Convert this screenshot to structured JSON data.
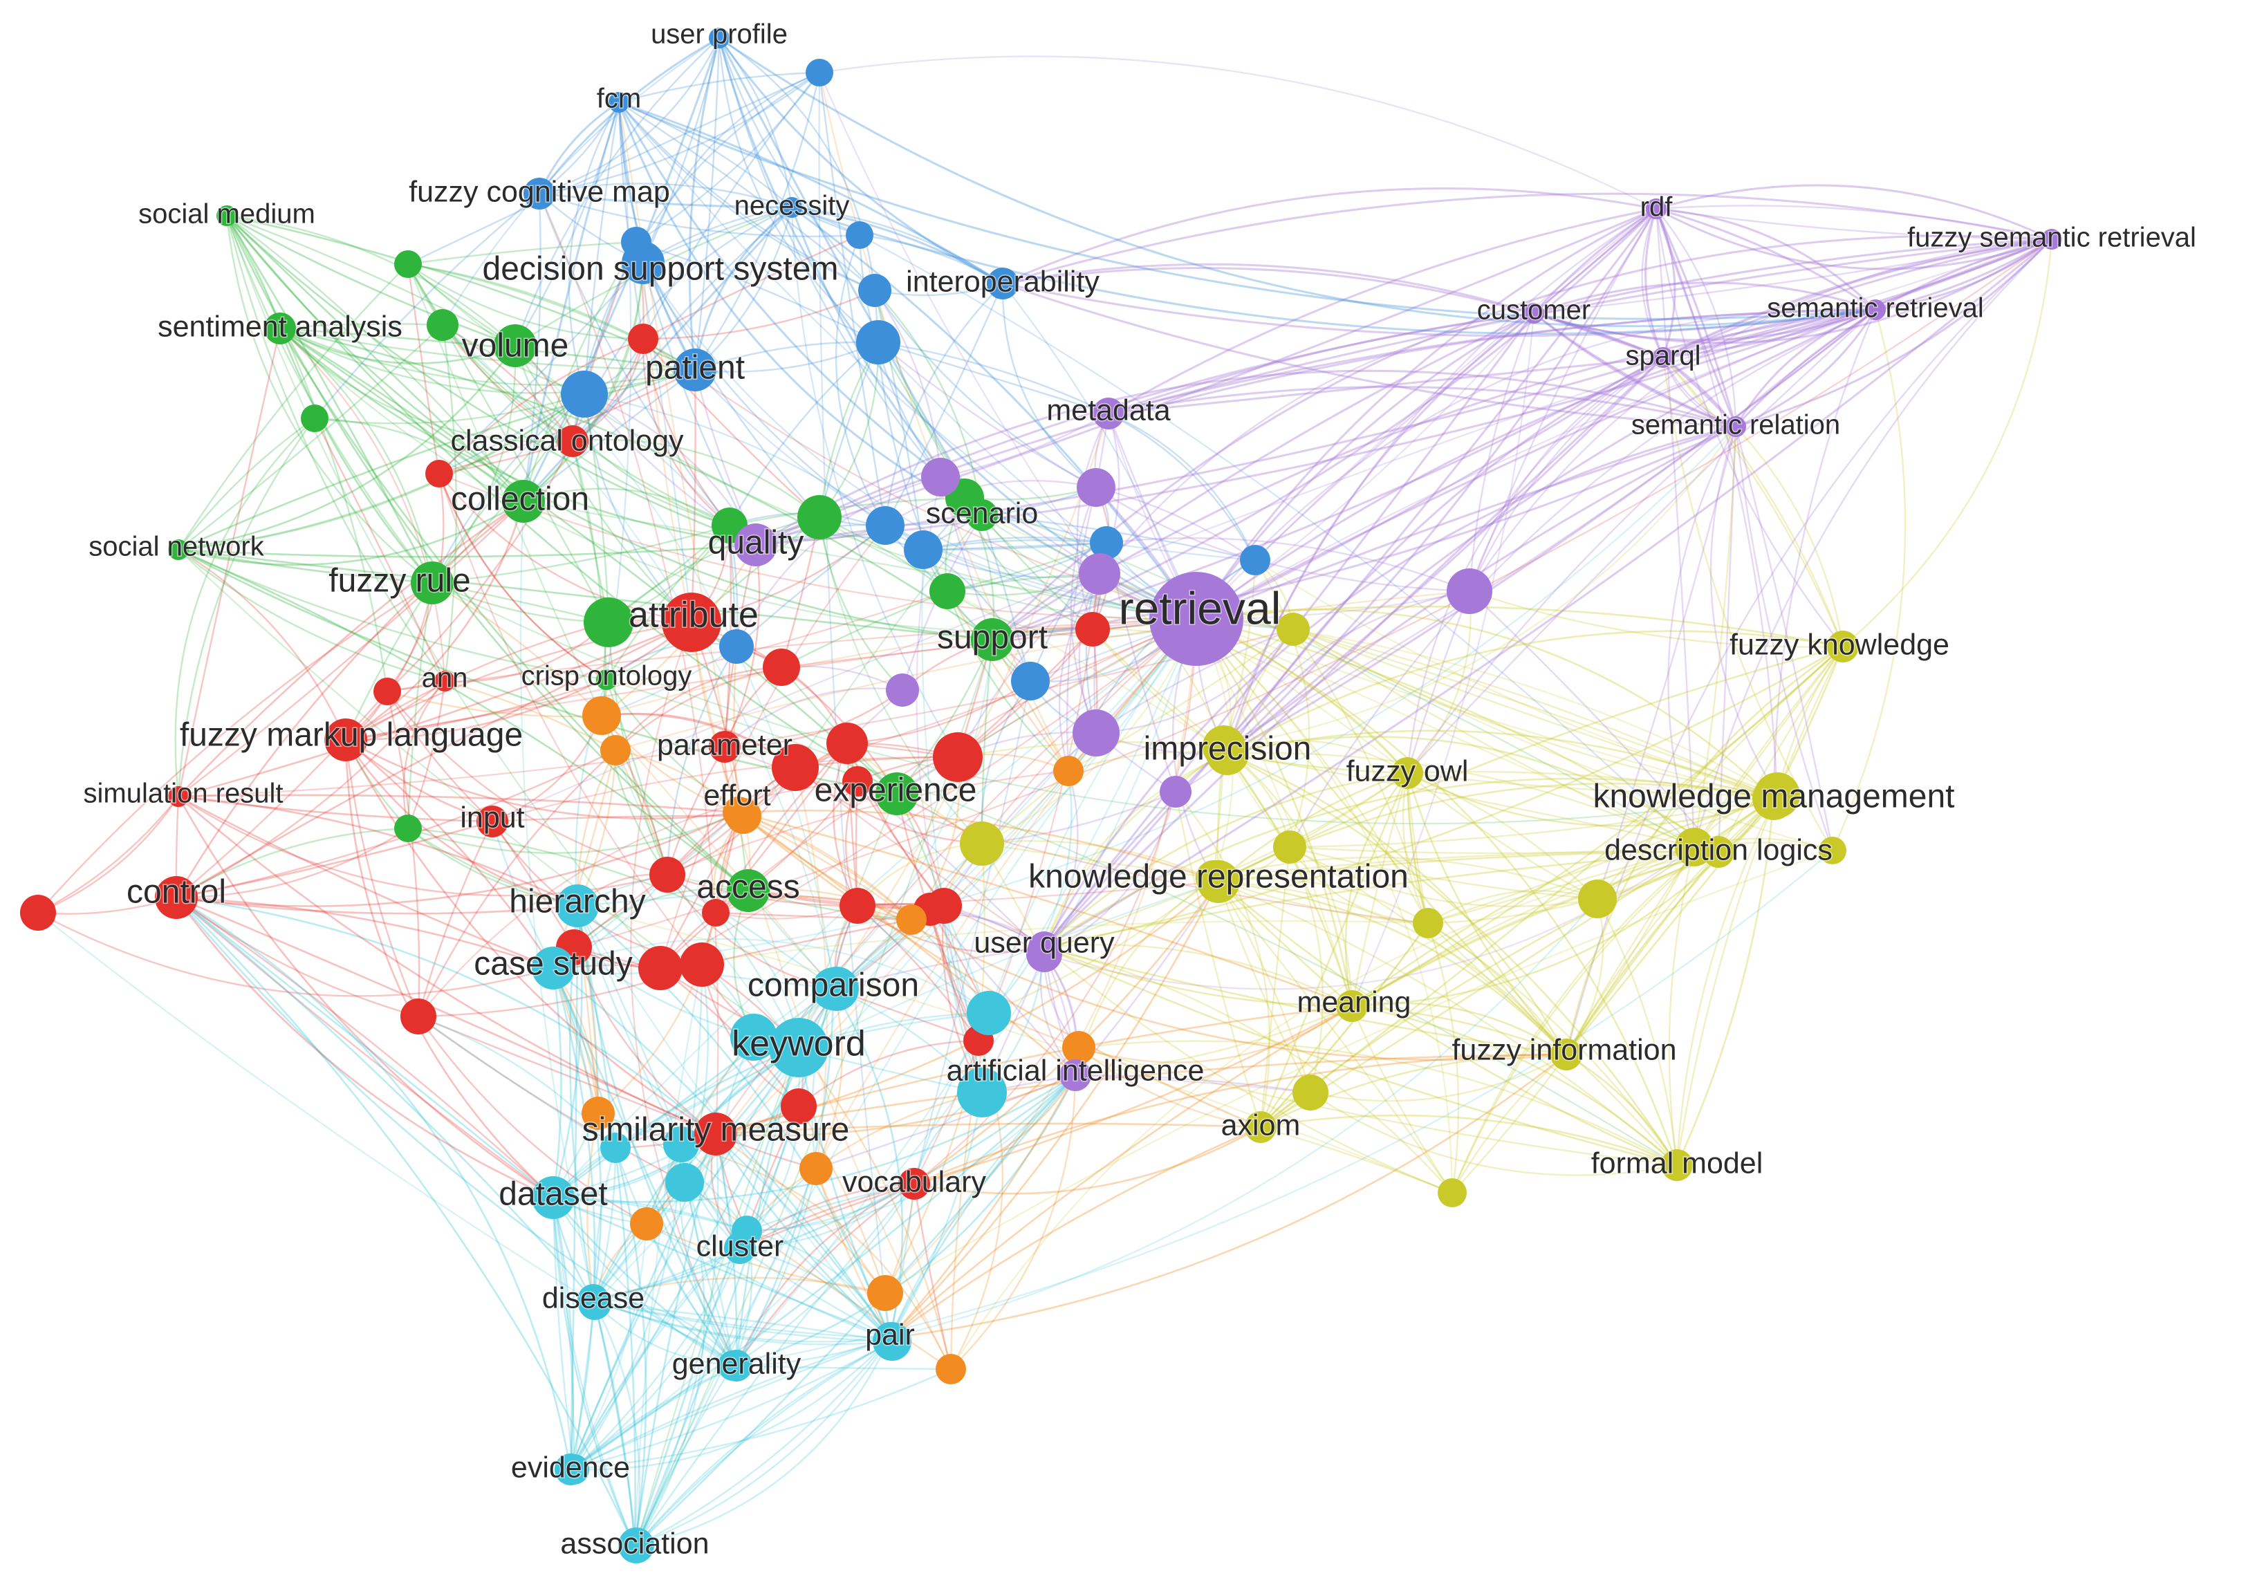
{
  "clusters": {
    "red": {
      "color": "#e4312b"
    },
    "green": {
      "color": "#2fb43c"
    },
    "blue": {
      "color": "#3d8fd9"
    },
    "purple": {
      "color": "#a678d8"
    },
    "yellow": {
      "color": "#c9ca2a"
    },
    "cyan": {
      "color": "#3fc6dc"
    },
    "orange": {
      "color": "#f28c22"
    }
  },
  "nodes": [
    {
      "id": "user-profile",
      "label": "user profile",
      "cluster": "blue",
      "weight": 1
    },
    {
      "id": "fcm",
      "label": "fcm",
      "cluster": "blue",
      "weight": 1
    },
    {
      "id": "fuzzy-cognitive-map",
      "label": "fuzzy cognitive map",
      "cluster": "blue",
      "weight": 2
    },
    {
      "id": "necessity",
      "label": "necessity",
      "cluster": "blue",
      "weight": 1
    },
    {
      "id": "decision-support-system",
      "label": "decision support system",
      "cluster": "blue",
      "weight": 3
    },
    {
      "id": "interoperability",
      "label": "interoperability",
      "cluster": "blue",
      "weight": 2
    },
    {
      "id": "patient",
      "label": "patient",
      "cluster": "blue",
      "weight": 3
    },
    {
      "id": "social-medium",
      "label": "social medium",
      "cluster": "green",
      "weight": 1
    },
    {
      "id": "sentiment-analysis",
      "label": "sentiment analysis",
      "cluster": "green",
      "weight": 2
    },
    {
      "id": "volume",
      "label": "volume",
      "cluster": "green",
      "weight": 3
    },
    {
      "id": "classical-ontology",
      "label": "classical ontology",
      "cluster": "red",
      "weight": 2
    },
    {
      "id": "collection",
      "label": "collection",
      "cluster": "green",
      "weight": 3
    },
    {
      "id": "social-network",
      "label": "social network",
      "cluster": "green",
      "weight": 1
    },
    {
      "id": "fuzzy-rule",
      "label": "fuzzy rule",
      "cluster": "green",
      "weight": 3
    },
    {
      "id": "quality",
      "label": "quality",
      "cluster": "purple",
      "weight": 3
    },
    {
      "id": "scenario",
      "label": "scenario",
      "cluster": "green",
      "weight": 2
    },
    {
      "id": "attribute",
      "label": "attribute",
      "cluster": "red",
      "weight": 4
    },
    {
      "id": "ann",
      "label": "ann",
      "cluster": "red",
      "weight": 1
    },
    {
      "id": "crisp-ontology",
      "label": "crisp ontology",
      "cluster": "green",
      "weight": 1
    },
    {
      "id": "support",
      "label": "support",
      "cluster": "green",
      "weight": 3
    },
    {
      "id": "retrieval",
      "label": "retrieval",
      "cluster": "purple",
      "weight": 5
    },
    {
      "id": "metadata",
      "label": "metadata",
      "cluster": "purple",
      "weight": 2
    },
    {
      "id": "fuzzy-markup-language",
      "label": "fuzzy markup language",
      "cluster": "red",
      "weight": 3
    },
    {
      "id": "parameter",
      "label": "parameter",
      "cluster": "red",
      "weight": 2
    },
    {
      "id": "experience",
      "label": "experience",
      "cluster": "green",
      "weight": 3
    },
    {
      "id": "effort",
      "label": "effort",
      "cluster": "orange",
      "weight": 2
    },
    {
      "id": "simulation-result",
      "label": "simulation result",
      "cluster": "red",
      "weight": 1
    },
    {
      "id": "input",
      "label": "input",
      "cluster": "red",
      "weight": 2
    },
    {
      "id": "imprecision",
      "label": "imprecision",
      "cluster": "yellow",
      "weight": 3
    },
    {
      "id": "fuzzy-owl",
      "label": "fuzzy owl",
      "cluster": "yellow",
      "weight": 2
    },
    {
      "id": "control",
      "label": "control",
      "cluster": "red",
      "weight": 3
    },
    {
      "id": "hierarchy",
      "label": "hierarchy",
      "cluster": "cyan",
      "weight": 3
    },
    {
      "id": "access",
      "label": "access",
      "cluster": "green",
      "weight": 3
    },
    {
      "id": "knowledge-representation",
      "label": "knowledge representation",
      "cluster": "yellow",
      "weight": 3
    },
    {
      "id": "user-query",
      "label": "user query",
      "cluster": "purple",
      "weight": 2
    },
    {
      "id": "case-study",
      "label": "case study",
      "cluster": "cyan",
      "weight": 3
    },
    {
      "id": "comparison",
      "label": "comparison",
      "cluster": "cyan",
      "weight": 3
    },
    {
      "id": "keyword",
      "label": "keyword",
      "cluster": "cyan",
      "weight": 4
    },
    {
      "id": "artificial-intelligence",
      "label": "artificial intelligence",
      "cluster": "purple",
      "weight": 2
    },
    {
      "id": "meaning",
      "label": "meaning",
      "cluster": "yellow",
      "weight": 2
    },
    {
      "id": "fuzzy-information",
      "label": "fuzzy information",
      "cluster": "yellow",
      "weight": 2
    },
    {
      "id": "axiom",
      "label": "axiom",
      "cluster": "yellow",
      "weight": 2
    },
    {
      "id": "similarity-measure",
      "label": "similarity measure",
      "cluster": "red",
      "weight": 3
    },
    {
      "id": "dataset",
      "label": "dataset",
      "cluster": "cyan",
      "weight": 3
    },
    {
      "id": "vocabulary",
      "label": "vocabulary",
      "cluster": "red",
      "weight": 2
    },
    {
      "id": "cluster",
      "label": "cluster",
      "cluster": "cyan",
      "weight": 2
    },
    {
      "id": "disease",
      "label": "disease",
      "cluster": "cyan",
      "weight": 2
    },
    {
      "id": "pair",
      "label": "pair",
      "cluster": "cyan",
      "weight": 2
    },
    {
      "id": "generality",
      "label": "generality",
      "cluster": "cyan",
      "weight": 2
    },
    {
      "id": "evidence",
      "label": "evidence",
      "cluster": "cyan",
      "weight": 2
    },
    {
      "id": "association",
      "label": "association",
      "cluster": "cyan",
      "weight": 2
    },
    {
      "id": "formal-model",
      "label": "formal model",
      "cluster": "yellow",
      "weight": 2
    },
    {
      "id": "fuzzy-knowledge",
      "label": "fuzzy knowledge",
      "cluster": "yellow",
      "weight": 2
    },
    {
      "id": "knowledge-management",
      "label": "knowledge management",
      "cluster": "yellow",
      "weight": 3
    },
    {
      "id": "description-logics",
      "label": "description logics",
      "cluster": "yellow",
      "weight": 2
    },
    {
      "id": "rdf",
      "label": "rdf",
      "cluster": "purple",
      "weight": 1
    },
    {
      "id": "customer",
      "label": "customer",
      "cluster": "purple",
      "weight": 1
    },
    {
      "id": "fuzzy-semantic-retrieval",
      "label": "fuzzy semantic retrieval",
      "cluster": "purple",
      "weight": 1
    },
    {
      "id": "semantic-retrieval",
      "label": "semantic retrieval",
      "cluster": "purple",
      "weight": 1
    },
    {
      "id": "sparql",
      "label": "sparql",
      "cluster": "purple",
      "weight": 1
    },
    {
      "id": "semantic-relation",
      "label": "semantic relation",
      "cluster": "purple",
      "weight": 1
    }
  ]
}
